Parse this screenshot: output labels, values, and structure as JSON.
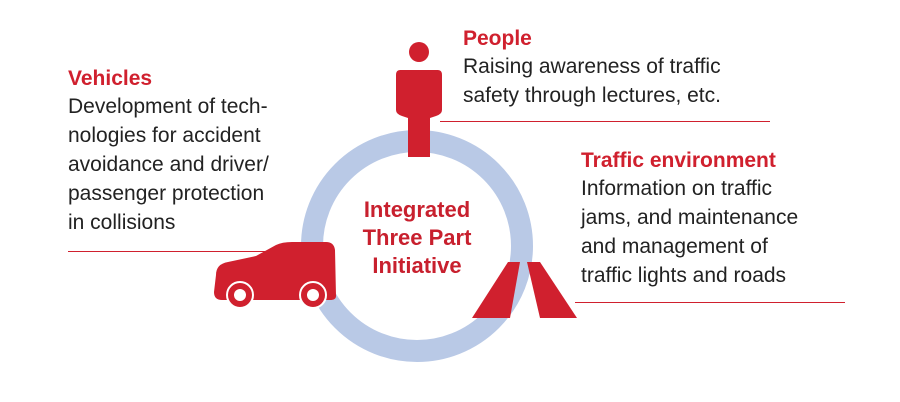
{
  "center_label": [
    "Integrated",
    "Three Part",
    "Initiative"
  ],
  "vehicles": {
    "title": "Vehicles",
    "lines": [
      "Development of tech-",
      "nologies for accident",
      "avoidance and driver/",
      "passenger protection",
      "in collisions"
    ]
  },
  "people": {
    "title": "People",
    "lines": [
      "Raising awareness of traffic",
      "safety through lectures, etc."
    ]
  },
  "traffic": {
    "title": "Traffic environment",
    "lines": [
      "Information on traffic",
      "jams, and maintenance",
      "and management of",
      "traffic lights and roads"
    ]
  },
  "colors": {
    "accent": "#d0202e",
    "ring": "#b9c9e6"
  },
  "icons": [
    "person-icon",
    "car-icon",
    "road-icon"
  ]
}
